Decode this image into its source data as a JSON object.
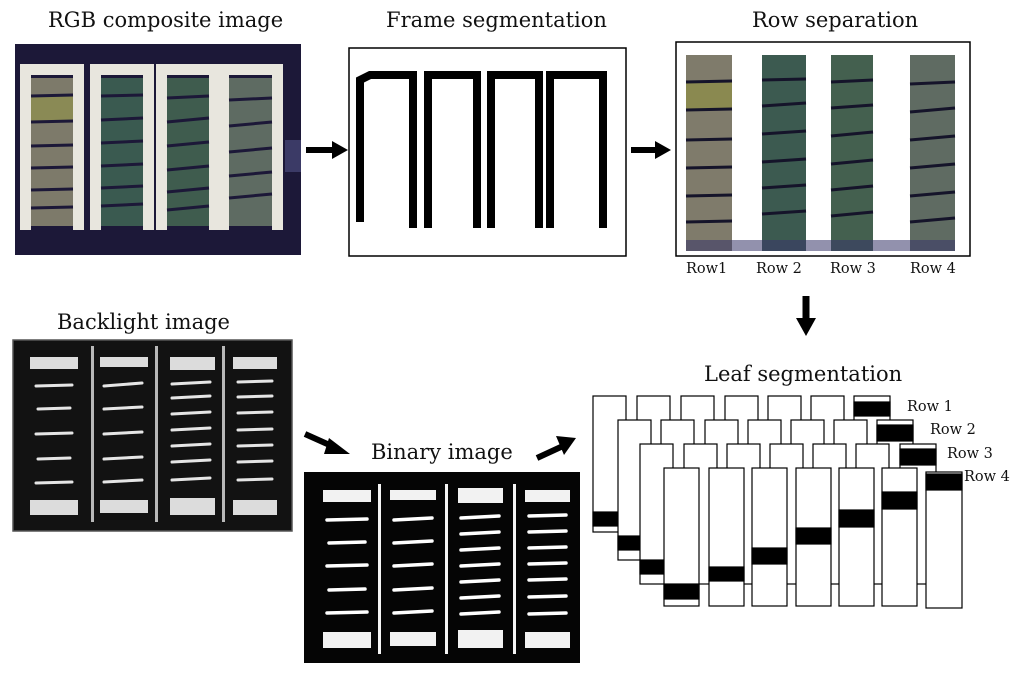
{
  "panels": {
    "rgb_composite": {
      "title": "RGB composite image"
    },
    "frame_segmentation": {
      "title": "Frame segmentation"
    },
    "row_separation": {
      "title": "Row separation",
      "row_labels": [
        "Row1",
        "Row 2",
        "Row 3",
        "Row 4"
      ]
    },
    "backlight": {
      "title": "Backlight image"
    },
    "binary": {
      "title": "Binary image"
    },
    "leaf_segmentation": {
      "title": "Leaf segmentation",
      "row_labels": [
        "Row 1",
        "Row 2",
        "Row 3",
        "Row 4"
      ]
    }
  },
  "colors": {
    "frame_black": "#000000",
    "rgb_background": "#1c1838",
    "frame_white": "#e8e6de",
    "leaf_green": "#3a5a50",
    "arrow": "#000000"
  }
}
